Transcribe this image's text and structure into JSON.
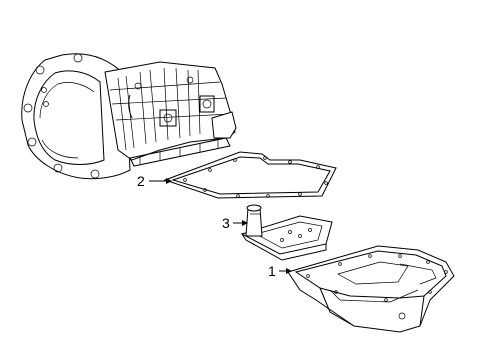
{
  "callouts": [
    {
      "id": "gasket",
      "label": "2"
    },
    {
      "id": "filter",
      "label": "3"
    },
    {
      "id": "pan",
      "label": "1"
    }
  ]
}
